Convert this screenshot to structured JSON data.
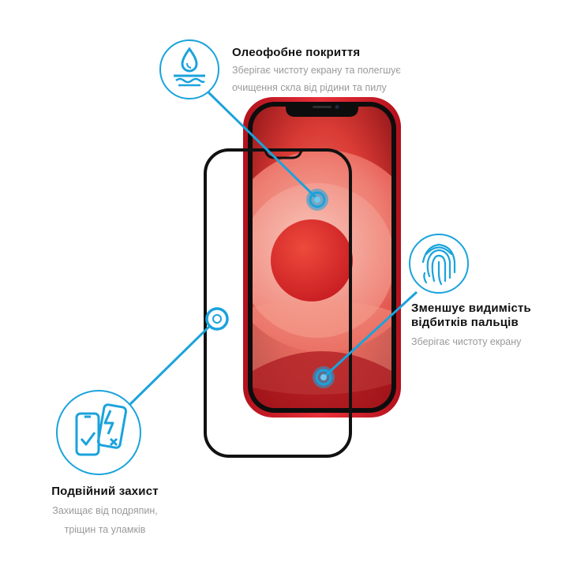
{
  "colors": {
    "accent": "#1aa3dc",
    "phone_frame": "#d81f2b",
    "screen_red": "#e8363a",
    "glass_border": "#111111",
    "subtitle": "#9a9a9a"
  },
  "features": {
    "oleophobic": {
      "icon": "water-drop-icon",
      "title": "Олеофобне покриття",
      "description_line1": "Зберігає чистоту екрану та полегшує",
      "description_line2": "очищення скла від рідини та пилу"
    },
    "fingerprint": {
      "icon": "fingerprint-icon",
      "title_line1": "Зменшує видимість",
      "title_line2": "відбитків пальців",
      "description": "Зберігає чистоту екрану"
    },
    "double_protection": {
      "icon": "double-shield-phone-icon",
      "title": "Подвійний захист",
      "description_line1": "Захищає від подряпин,",
      "description_line2": "тріщин та уламків"
    }
  }
}
